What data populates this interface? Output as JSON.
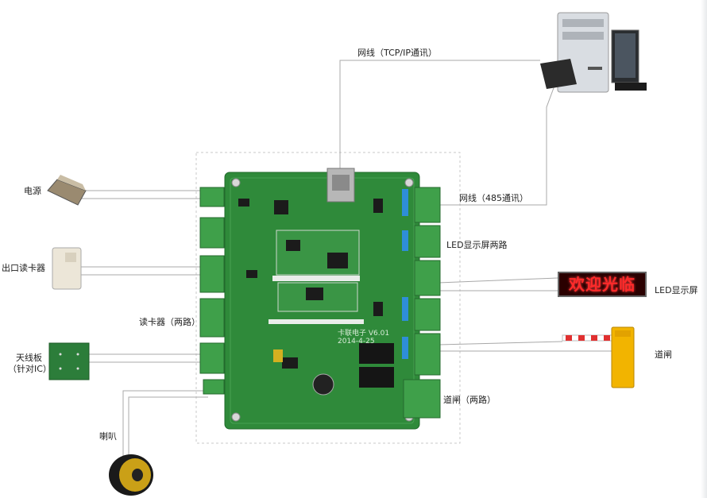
{
  "labels": {
    "network_tcp": "网线（TCP/IP通讯）",
    "network_485": "网线（485通讯）",
    "power": "电源",
    "exit_reader": "出口读卡器",
    "card_readers": "读卡器（两路）",
    "antenna_line1": "天线板",
    "antenna_line2": "（针对IC）",
    "speaker": "喇叭",
    "led_two_way": "LED显示屏两路",
    "led_screen": "LED显示屏",
    "barrier": "道闸",
    "barrier_two_way": "道闸（两路）"
  },
  "led_screen_text": "欢迎光临",
  "board_silkscreen": {
    "maker": "卡联电子 V6.01",
    "date": "2014-4-25"
  },
  "colors": {
    "pcb": "#2f8a3a",
    "terminal": "#3fa04a",
    "line": "#9a9a9a",
    "barrier_body": "#f2b400"
  }
}
